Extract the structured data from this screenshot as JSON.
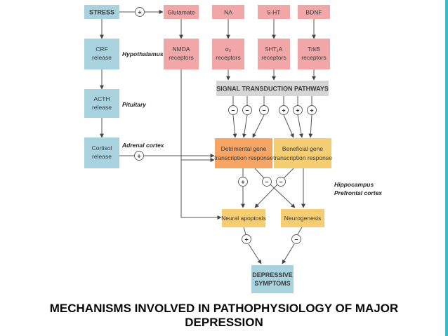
{
  "colors": {
    "blue": "#a9d2df",
    "pink": "#f1a6a8",
    "orange": "#f5a566",
    "yellow": "#f5cd73",
    "gray": "#d6d6d6",
    "line": "#555555",
    "accent": "#3fb8cf"
  },
  "nodes": {
    "stress": "STRESS",
    "crf": [
      "CRF",
      "release"
    ],
    "acth": [
      "ACTH",
      "release"
    ],
    "cortisol": [
      "Cortisol",
      "release"
    ],
    "glutamate": "Glutamate",
    "nmda": [
      "NMDA",
      "receptors"
    ],
    "na": "NA",
    "ht5": "5-HT",
    "bdnf": "BDNF",
    "alpha2": [
      "α₂",
      "receptors"
    ],
    "ht1a": [
      "5HT₁A",
      "receptors"
    ],
    "trkb": [
      "TrkB",
      "receptors"
    ],
    "signal": "SIGNAL TRANSDUCTION PATHWAYS",
    "detrimental": [
      "Detrimental gene",
      "transcription response"
    ],
    "beneficial": [
      "Beneficial gene",
      "transcription response"
    ],
    "apoptosis": "Neural apoptosis",
    "neurogenesis": "Neurogenesis",
    "depressive": [
      "DEPRESSIVE",
      "SYMPTOMS"
    ]
  },
  "labels": {
    "hypothalamus": "Hypothalamus",
    "pituitary": "Pituitary",
    "adrenal": "Adrenal cortex",
    "hippocampus": "Hippocampus",
    "prefrontal": "Prefrontal cortex"
  },
  "footer": {
    "line1": "MECHANISMS INVOLVED IN PATHOPHYSIOLOGY OF MAJOR",
    "line2": "DEPRESSION"
  }
}
